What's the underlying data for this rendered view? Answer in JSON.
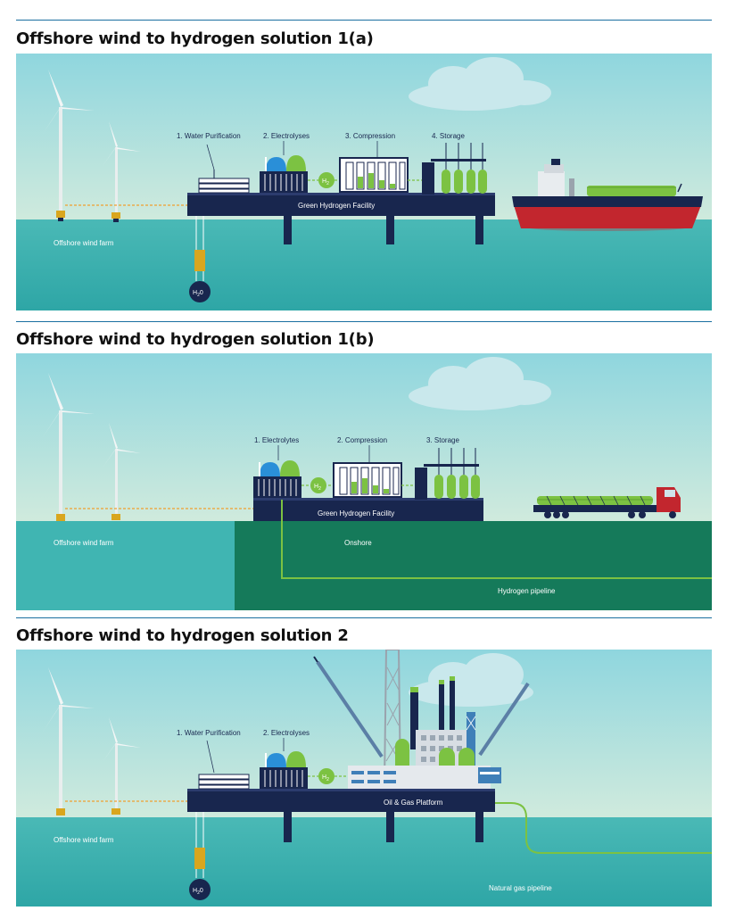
{
  "panels": [
    {
      "title": "Offshore wind to hydrogen solution 1(a)",
      "steps": [
        "1. Water Purification",
        "2. Electrolyses",
        "3. Compression",
        "4. Storage"
      ],
      "facility_label": "Green Hydrogen Facility",
      "wind_label": "Offshore wind farm",
      "h2_label": "H",
      "h2_sub": "2",
      "water_label": "H",
      "water_sub": "2",
      "water_tail": "0"
    },
    {
      "title": "Offshore wind to hydrogen solution 1(b)",
      "steps": [
        "1. Electrolytes",
        "2. Compression",
        "3. Storage"
      ],
      "facility_label": "Green Hydrogen Facility",
      "wind_label": "Offshore wind farm",
      "onshore_label": "Onshore",
      "pipeline_label": "Hydrogen pipeline",
      "h2_label": "H",
      "h2_sub": "2"
    },
    {
      "title": "Offshore wind to hydrogen solution 2",
      "steps": [
        "1. Water Purification",
        "2. Electrolyses"
      ],
      "facility_label": "Oil & Gas Platform",
      "wind_label": "Offshore wind farm",
      "pipeline_label": "Natural gas pipeline",
      "h2_label": "H",
      "h2_sub": "2",
      "water_label": "H",
      "water_sub": "2",
      "water_tail": "0"
    }
  ],
  "colors": {
    "sky_top": "#8fd6de",
    "sky_bottom": "#f2f5dc",
    "sea": "#45b8b4",
    "sea_deep": "#2fa6a8",
    "land": "#157a5a",
    "navy": "#18264e",
    "green": "#7cc242",
    "cable": "#f0a030",
    "ship_red": "#c2262e",
    "title_rule": "#1a6fa0"
  }
}
